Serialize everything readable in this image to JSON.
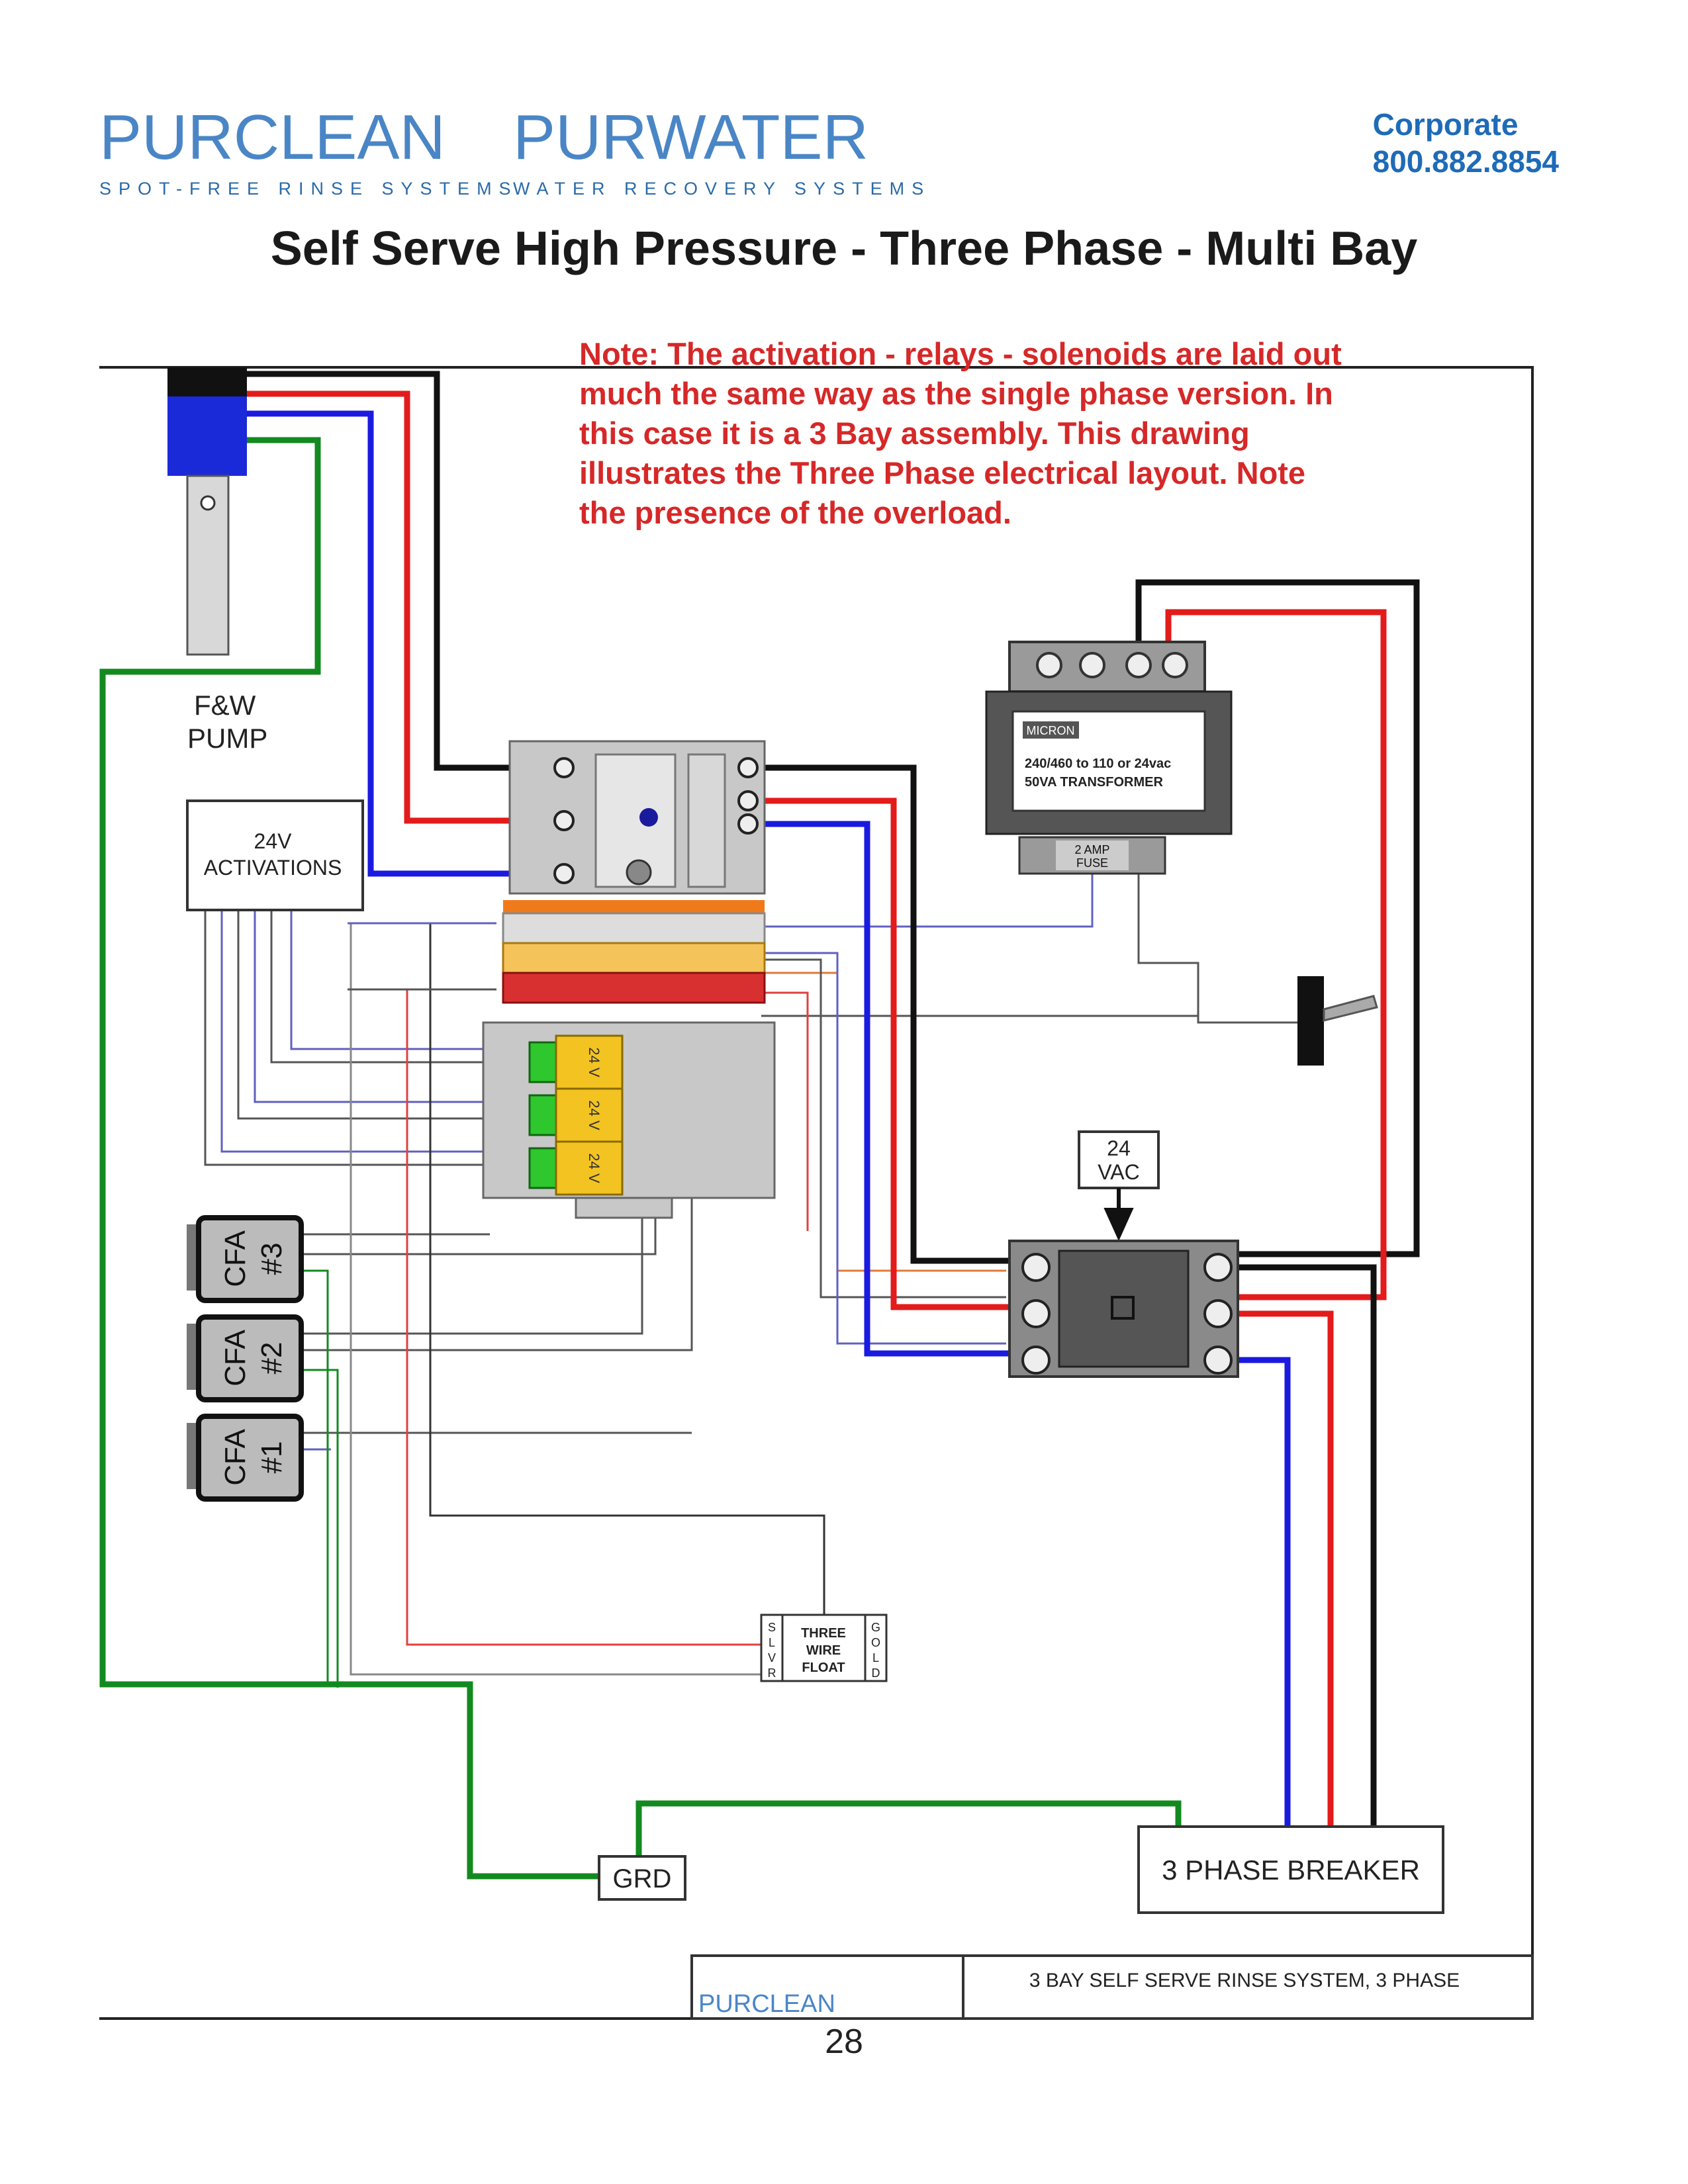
{
  "header": {
    "brand_left": {
      "name": "PURCLEAN",
      "tagline": "SPOT-FREE RINSE SYSTEMS"
    },
    "brand_right": {
      "name": "PURWATER",
      "tagline": "WATER RECOVERY SYSTEMS"
    },
    "corporate_label": "Corporate",
    "corporate_phone": "800.882.8854"
  },
  "title": "Self Serve High Pressure - Three Phase - Multi Bay",
  "note": "Note: The activation - relays - solenoids are laid out much the same way as the single phase version. In this case it is a 3 Bay assembly. This drawing illustrates the Three Phase electrical layout. Note the presence of the overload.",
  "diagram": {
    "pump_label_line1": "F&W",
    "pump_label_line2": "PUMP",
    "activations_line1": "24V",
    "activations_line2": "ACTIVATIONS",
    "cfa": [
      {
        "line1": "CFA",
        "line2": "#3"
      },
      {
        "line1": "CFA",
        "line2": "#2"
      },
      {
        "line1": "CFA",
        "line2": "#1"
      }
    ],
    "relay_label": "24 V",
    "transformer_brand": "MICRON",
    "transformer_line1": "240/460 to 110 or 24vac",
    "transformer_line2": "50VA TRANSFORMER",
    "fuse_line1": "2 AMP",
    "fuse_line2": "FUSE",
    "vac_line1": "24",
    "vac_line2": "VAC",
    "float_left": [
      "S",
      "L",
      "V",
      "R"
    ],
    "float_right": [
      "G",
      "O",
      "L",
      "D"
    ],
    "float_center": [
      "THREE",
      "WIRE",
      "FLOAT"
    ],
    "breaker_label": "3 PHASE BREAKER",
    "ground_label": "GRD",
    "titleblock_logo": "PURCLEAN",
    "titleblock_text": "3 BAY SELF SERVE RINSE SYSTEM, 3 PHASE"
  },
  "page_number": "28",
  "colors": {
    "brand_blue": "#4a86c6",
    "note_red": "#d62828",
    "wire_black": "#111111",
    "wire_red": "#e31b1b",
    "wire_blue": "#1a1ae0",
    "wire_green": "#138a1f"
  }
}
